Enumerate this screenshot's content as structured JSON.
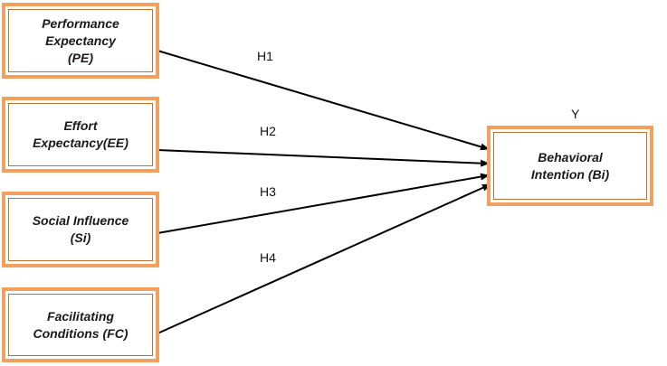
{
  "diagram": {
    "constructs": [
      {
        "id": "pe",
        "label": "Performance\nExpectancy\n(PE)"
      },
      {
        "id": "ee",
        "label": "Effort\nExpectancy(EE)"
      },
      {
        "id": "si",
        "label": "Social Influence\n(Si)"
      },
      {
        "id": "fc",
        "label": "Facilitating\nConditions (FC)"
      }
    ],
    "outcome": {
      "id": "bi",
      "label": "Behavioral\nIntention (Bi)",
      "marker": "Y"
    },
    "hypotheses": [
      {
        "id": "h1",
        "label": "H1",
        "from": "pe",
        "to": "bi"
      },
      {
        "id": "h2",
        "label": "H2",
        "from": "ee",
        "to": "bi"
      },
      {
        "id": "h3",
        "label": "H3",
        "from": "si",
        "to": "bi"
      },
      {
        "id": "h4",
        "label": "H4",
        "from": "fc",
        "to": "bi"
      }
    ],
    "colors": {
      "box_border": "#f0a060",
      "box_inner_border": "#c07030",
      "arrow": "#000000",
      "text": "#1a1a1a"
    }
  }
}
